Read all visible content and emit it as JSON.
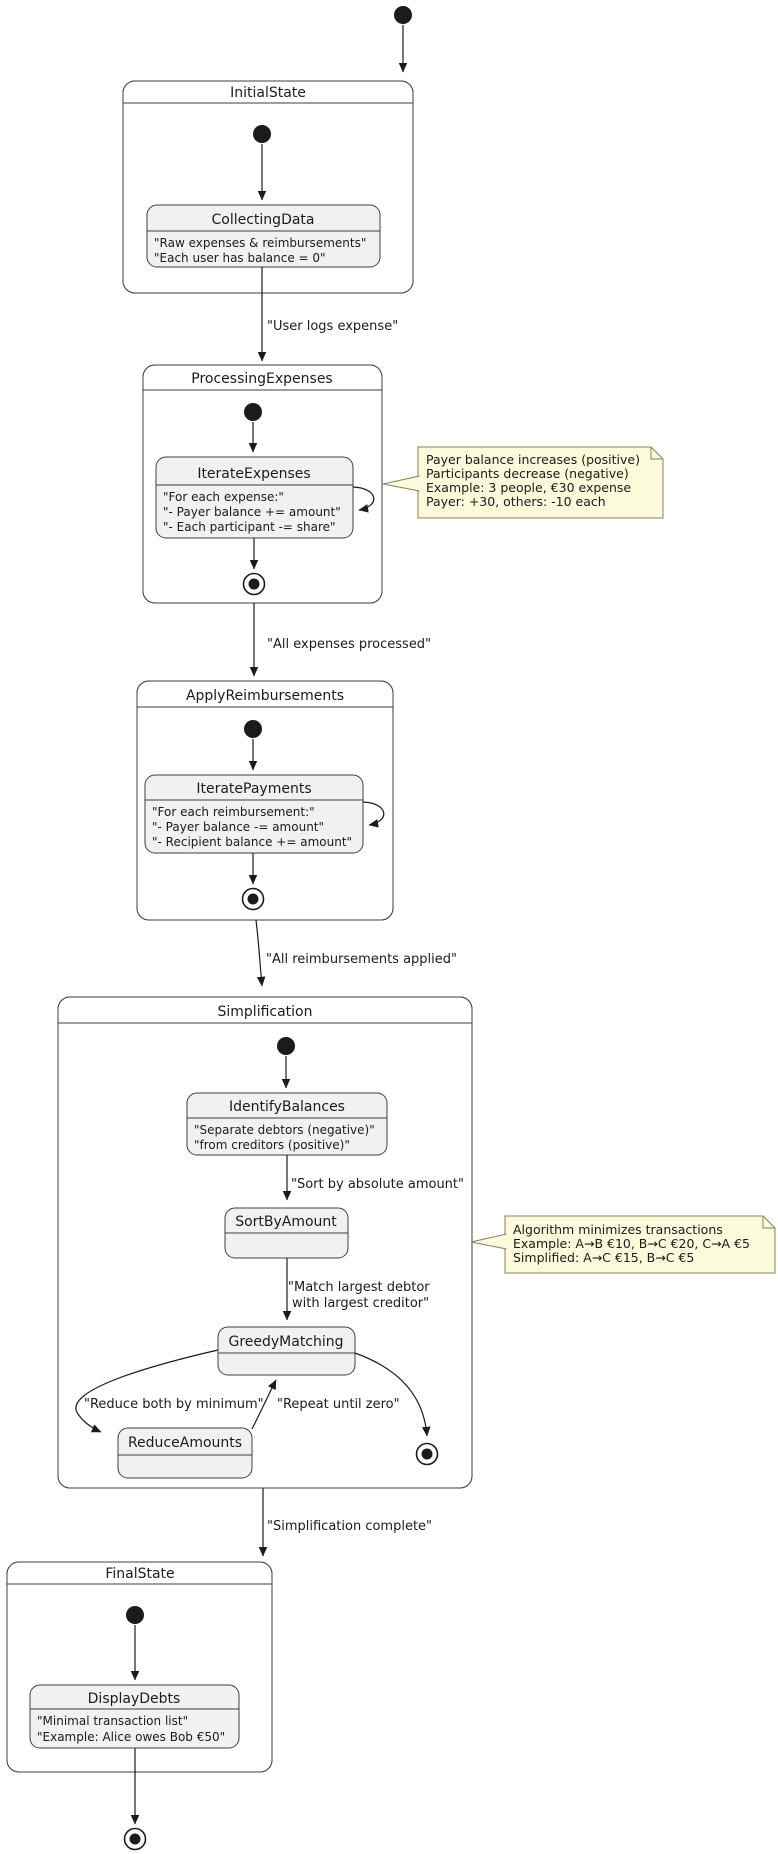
{
  "diagram_type": "uml-state-machine",
  "colors": {
    "state_fill": "#f1f1f1",
    "composite_body": "#ffffff",
    "border": "#3f3f3f",
    "edge": "#1b1b1b",
    "note_fill": "#fbfbdb",
    "note_border": "#83835a"
  },
  "states": {
    "initialState": {
      "title": "InitialState"
    },
    "collectingData": {
      "title": "CollectingData",
      "lines": [
        "\"Raw expenses & reimbursements\"",
        "\"Each user has balance = 0\""
      ]
    },
    "processingExpenses": {
      "title": "ProcessingExpenses"
    },
    "iterateExpenses": {
      "title": "IterateExpenses",
      "lines": [
        "\"For each expense:\"",
        "\"- Payer balance += amount\"",
        "\"- Each participant -= share\""
      ]
    },
    "applyReimbursements": {
      "title": "ApplyReimbursements"
    },
    "iteratePayments": {
      "title": "IteratePayments",
      "lines": [
        "\"For each reimbursement:\"",
        "\"- Payer balance -= amount\"",
        "\"- Recipient balance += amount\""
      ]
    },
    "simplification": {
      "title": "Simplification"
    },
    "identifyBalances": {
      "title": "IdentifyBalances",
      "lines": [
        "\"Separate debtors (negative)\"",
        "\"from creditors (positive)\""
      ]
    },
    "sortByAmount": {
      "title": "SortByAmount"
    },
    "greedyMatching": {
      "title": "GreedyMatching"
    },
    "reduceAmounts": {
      "title": "ReduceAmounts"
    },
    "finalState": {
      "title": "FinalState"
    },
    "displayDebts": {
      "title": "DisplayDebts",
      "lines": [
        "\"Minimal transaction list\"",
        "\"Example: Alice owes Bob €50\""
      ]
    }
  },
  "transitions": {
    "userLogsExpense": "\"User logs expense\"",
    "allExpensesProcessed": "\"All expenses processed\"",
    "allReimbursementsApplied": "\"All reimbursements applied\"",
    "sortByAbsoluteAmount": "\"Sort by absolute amount\"",
    "matchLargest": {
      "line1": "\"Match largest debtor",
      "line2": "with largest creditor\""
    },
    "reduceBothByMinimum": "\"Reduce both by minimum\"",
    "repeatUntilZero": "\"Repeat until zero\"",
    "simplificationComplete": "\"Simplification complete\""
  },
  "notes": {
    "expenseNote": {
      "lines": [
        "Payer balance increases (positive)",
        "Participants decrease (negative)",
        "Example: 3 people, €30 expense",
        "Payer: +30, others: -10 each"
      ]
    },
    "algorithmNote": {
      "lines": [
        "Algorithm minimizes transactions",
        "Example: A→B €10, B→C €20, C→A €5",
        "Simplified: A→C €15, B→C €5"
      ]
    }
  }
}
